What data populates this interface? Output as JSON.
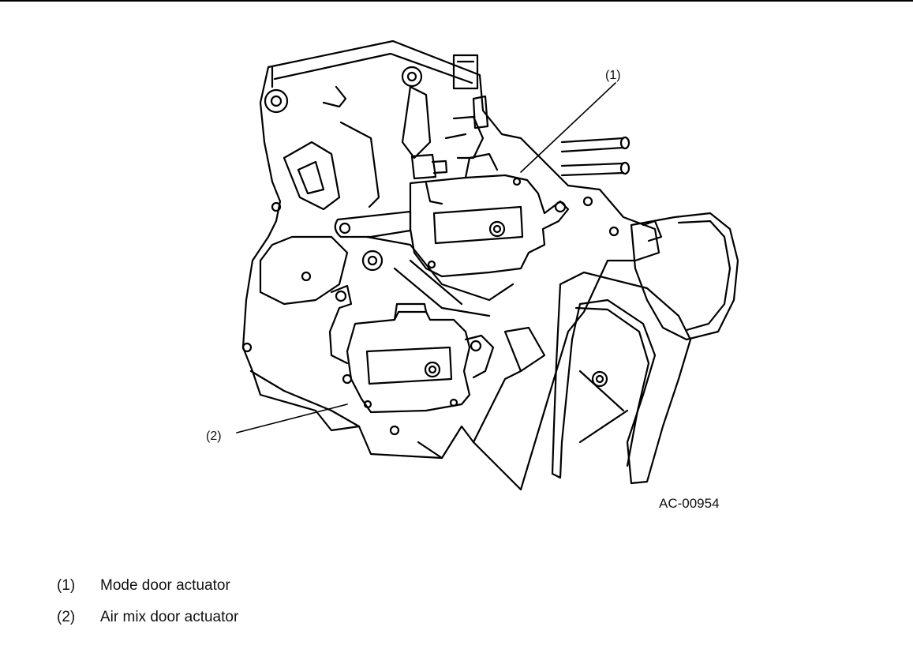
{
  "figure": {
    "id": "AC-00954",
    "callouts": [
      {
        "number": "(1)"
      },
      {
        "number": "(2)"
      }
    ]
  },
  "legend": {
    "items": [
      {
        "number": "(1)",
        "text": "Mode door actuator"
      },
      {
        "number": "(2)",
        "text": "Air mix door actuator"
      }
    ]
  }
}
